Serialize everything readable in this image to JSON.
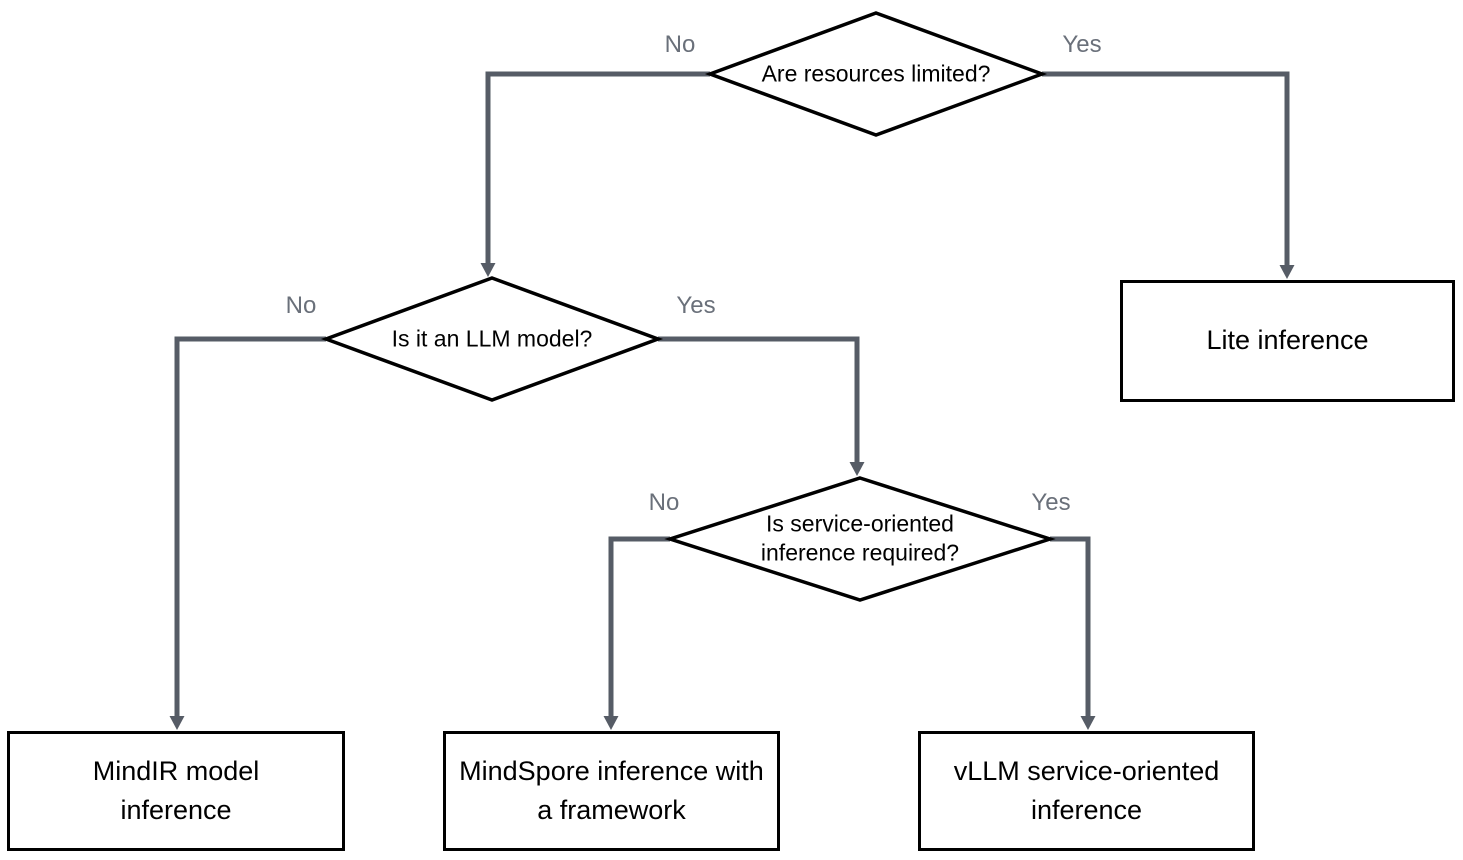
{
  "diagram": {
    "title_hint": "inference path decision flowchart",
    "colors": {
      "background": "#ffffff",
      "connector": "#565c66",
      "edge_label": "#6a707a",
      "node_border": "#000000",
      "node_fill": "#ffffff",
      "node_text": "#000000"
    },
    "decisions": [
      {
        "id": "resources",
        "label": "Are resources limited?",
        "no_label": "No",
        "yes_label": "Yes"
      },
      {
        "id": "llm",
        "label": "Is it an LLM model?",
        "no_label": "No",
        "yes_label": "Yes"
      },
      {
        "id": "service",
        "label": "Is service-oriented inference required?",
        "no_label": "No",
        "yes_label": "Yes"
      }
    ],
    "outcomes": [
      {
        "id": "lite",
        "label": "Lite inference"
      },
      {
        "id": "mindir",
        "label": "MindIR model inference"
      },
      {
        "id": "mindspore",
        "label": "MindSpore inference with a framework"
      },
      {
        "id": "vllm",
        "label": "vLLM service-oriented inference"
      }
    ],
    "edges": [
      {
        "from": "resources",
        "answer": "No",
        "to": "llm"
      },
      {
        "from": "resources",
        "answer": "Yes",
        "to": "lite"
      },
      {
        "from": "llm",
        "answer": "No",
        "to": "mindir"
      },
      {
        "from": "llm",
        "answer": "Yes",
        "to": "service"
      },
      {
        "from": "service",
        "answer": "No",
        "to": "mindspore"
      },
      {
        "from": "service",
        "answer": "Yes",
        "to": "vllm"
      }
    ]
  }
}
